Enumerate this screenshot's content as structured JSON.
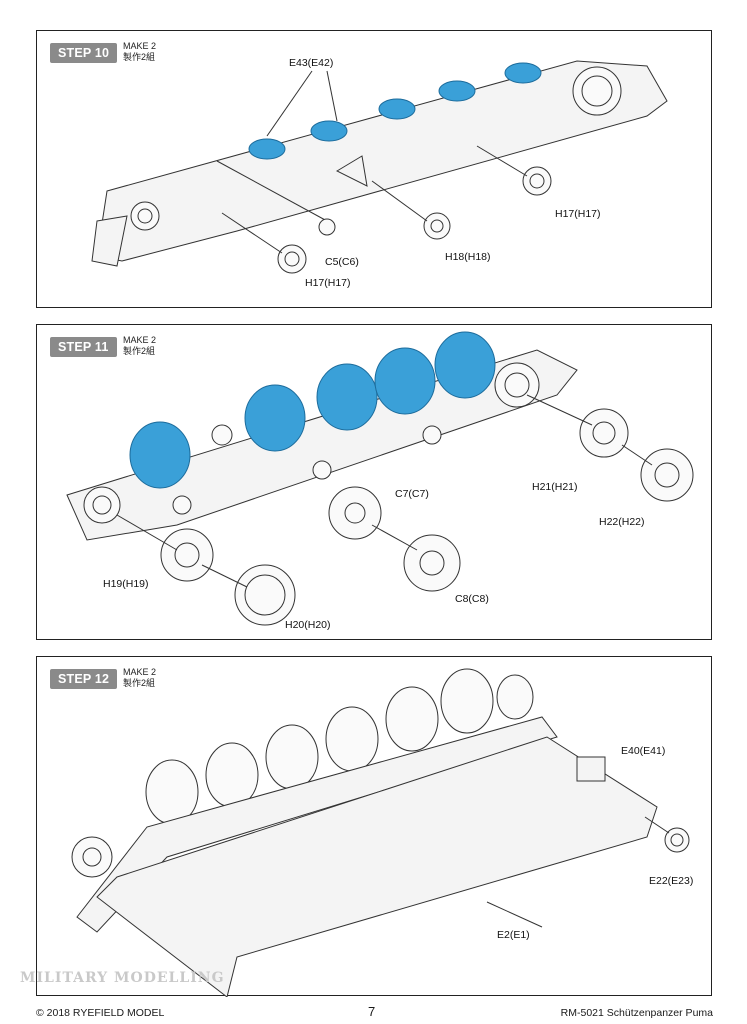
{
  "steps": [
    {
      "badge": "STEP 10",
      "make_en": "MAKE 2",
      "make_cn": "製作2組",
      "parts": [
        "E43(E42)",
        "C5(C6)",
        "H17(H17)",
        "H18(H18)",
        "H17(H17)"
      ]
    },
    {
      "badge": "STEP 11",
      "make_en": "MAKE 2",
      "make_cn": "製作2組",
      "parts": [
        "C7(C7)",
        "H21(H21)",
        "H22(H22)",
        "H19(H19)",
        "C8(C8)",
        "H20(H20)"
      ]
    },
    {
      "badge": "STEP 12",
      "make_en": "MAKE 2",
      "make_cn": "製作2組",
      "parts": [
        "E40(E41)",
        "E22(E23)",
        "E2(E1)"
      ]
    }
  ],
  "footer": {
    "copyright": "© 2018 RYEFIELD MODEL",
    "page": "7",
    "product": "RM-5021 Schützenpanzer Puma"
  },
  "watermark": "MILITARY MODELLING",
  "colors": {
    "highlight": "#3aa0d8",
    "badge": "#8a8a8a"
  }
}
